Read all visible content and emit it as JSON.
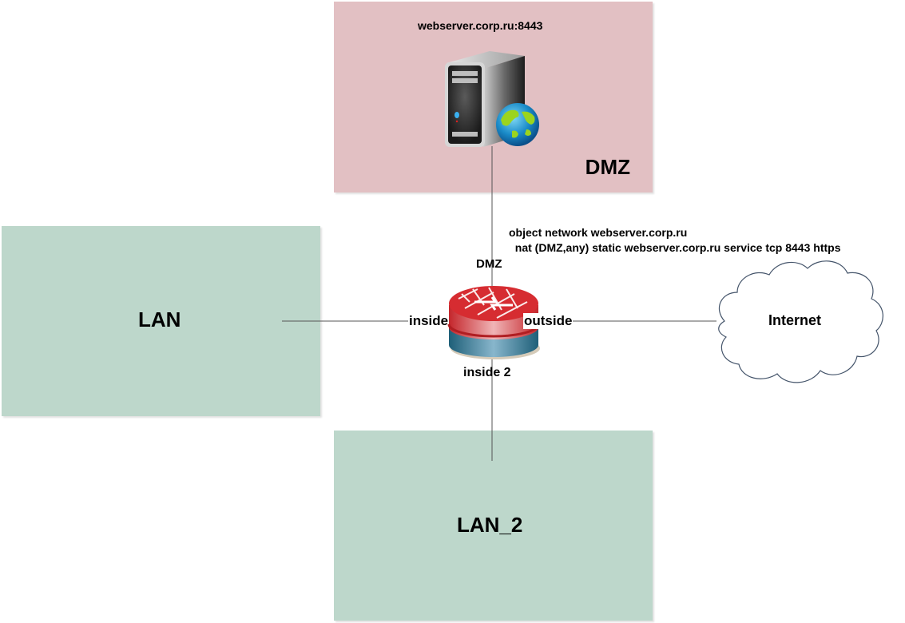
{
  "zones": {
    "dmz": {
      "label": "DMZ",
      "color": "#e2c0c3"
    },
    "lan": {
      "label": "LAN",
      "color": "#bdd7cb"
    },
    "lan2": {
      "label": "LAN_2",
      "color": "#bdd7cb"
    }
  },
  "server": {
    "label": "webserver.corp.ru:8443",
    "icon": "web-server-icon"
  },
  "firewall": {
    "icon": "firewall-icon",
    "interfaces": {
      "dmz": "DMZ",
      "inside": "inside",
      "outside": "outside",
      "inside2": "inside 2"
    }
  },
  "internet": {
    "label": "Internet",
    "icon": "cloud-icon"
  },
  "nat_config": {
    "line1": "object network webserver.corp.ru",
    "line2": "  nat (DMZ,any) static webserver.corp.ru service tcp 8443 https"
  }
}
